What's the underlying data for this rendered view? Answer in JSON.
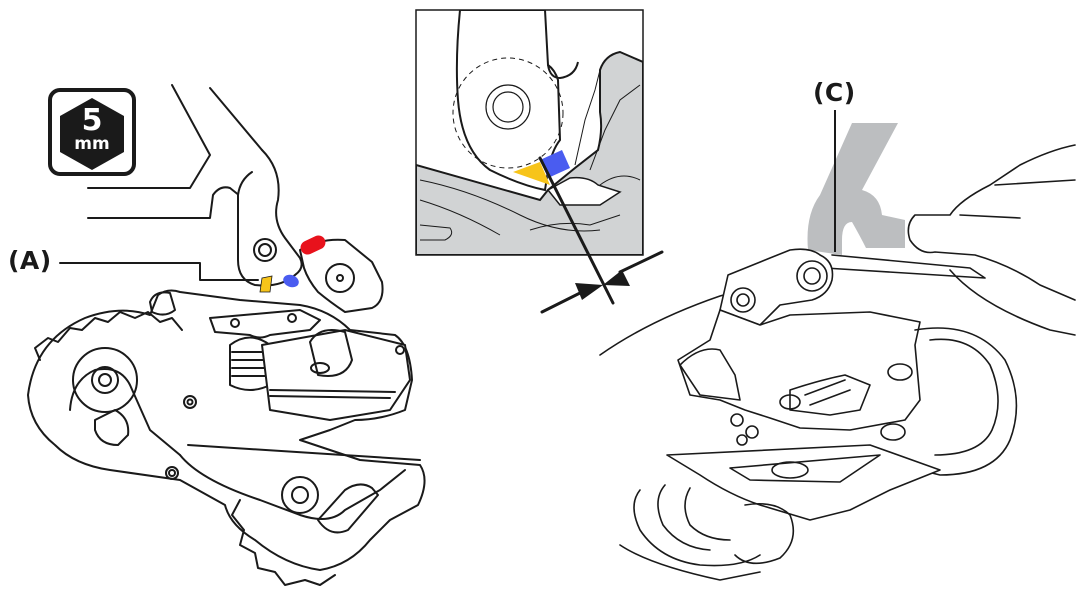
{
  "figure": {
    "description": "Rear derailleur B-tension adjustment illustration",
    "tool_icon": {
      "value": "5",
      "unit": "mm",
      "icon": "hex-key-5mm-icon"
    },
    "labels": {
      "a": "(A)",
      "c": "(C)"
    },
    "colors": {
      "line": "#1a1a1a",
      "fill_gray": "#d1d3d4",
      "tool_gray": "#bcbec0",
      "marker_red": "#e8121c",
      "marker_blue": "#4a5cf0",
      "marker_yellow": "#f7c41a"
    },
    "panels": [
      {
        "id": "left",
        "content": "Rear derailleur mounted on hanger with alignment marks"
      },
      {
        "id": "inset",
        "content": "Close-up of alignment marks with gap dimension arrows"
      },
      {
        "id": "right",
        "content": "Hands holding derailleur while turning bolt with hex key"
      }
    ]
  }
}
